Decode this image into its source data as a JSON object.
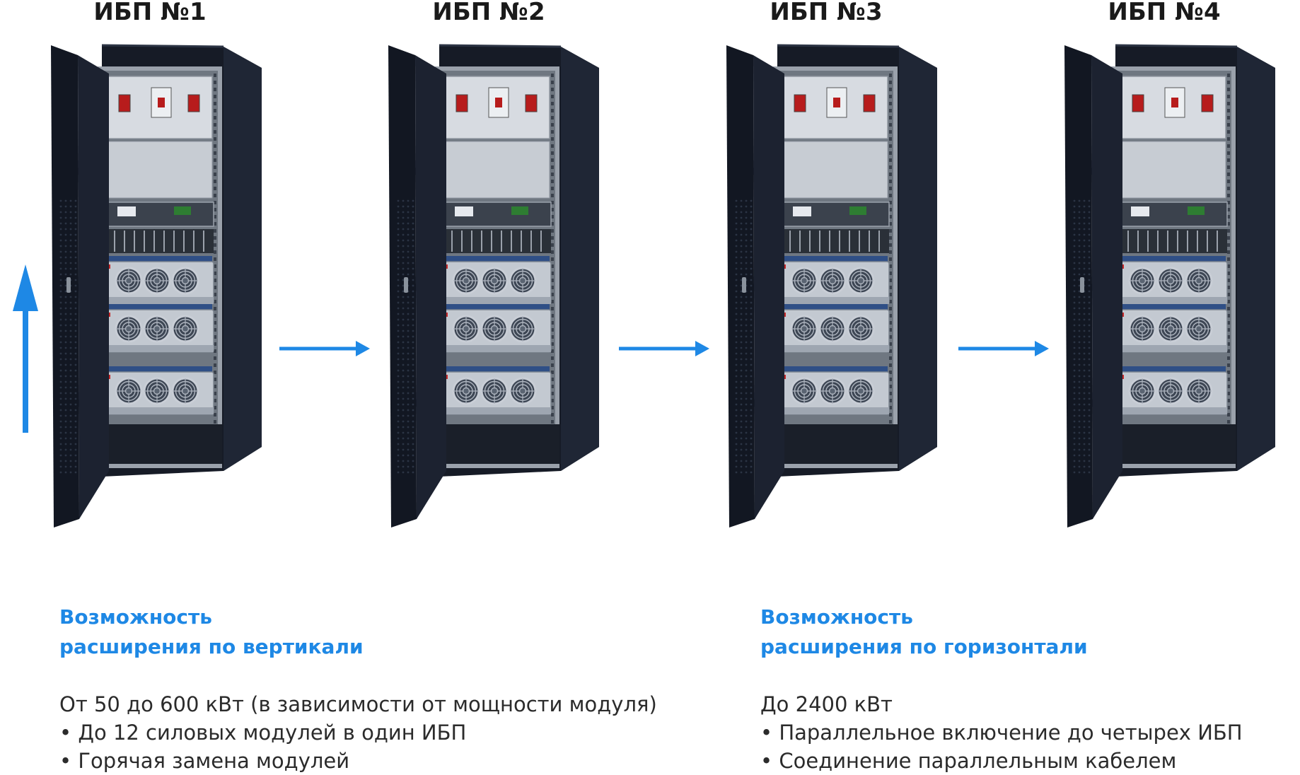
{
  "units": [
    {
      "title": "ИБП №1"
    },
    {
      "title": "ИБП №2"
    },
    {
      "title": "ИБП №3"
    },
    {
      "title": "ИБП №4"
    }
  ],
  "left": {
    "heading_line1": "Возможность",
    "heading_line2": "расширения по вертикали",
    "summary": "От 50 до 600 кВт (в зависимости от мощности модуля)",
    "bullets": [
      "• До 12 силовых модулей в один ИБП",
      "• Горячая замена модулей"
    ]
  },
  "right": {
    "heading_line1": "Возможность",
    "heading_line2": "расширения по горизонтали",
    "summary": "До 2400 кВт",
    "bullets": [
      "• Параллельное включение до четырех ИБП",
      "• Соединение параллельным кабелем"
    ]
  },
  "colors": {
    "accent": "#1e88e5",
    "text": "#2b2b2b",
    "cabinet": "#161b26"
  },
  "icons": {
    "vertical_arrow": "arrow-up-icon",
    "horizontal_arrow": "arrow-right-icon"
  }
}
